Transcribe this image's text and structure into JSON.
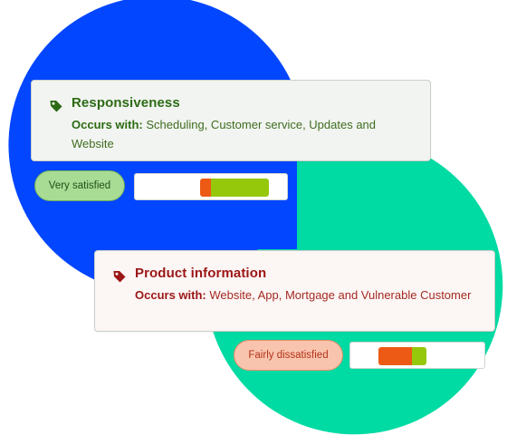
{
  "colors": {
    "blue_circle": "#0346ff",
    "teal_circle": "#00dba4",
    "dissatisfied_segment": "#ec5a16",
    "satisfied_segment": "#95c70b"
  },
  "cards": [
    {
      "icon": "tag-icon",
      "title": "Responsiveness",
      "occurs_label": "Occurs with:",
      "occurs_text": "Scheduling, Customer service, Updates and Website",
      "accent": "#2c6b14"
    },
    {
      "icon": "tag-icon",
      "title": "Product information",
      "occurs_label": "Occurs with:",
      "occurs_text": "Website, App, Mortgage and Vulnerable Customer",
      "accent": "#9b1616"
    }
  ],
  "ratings": [
    {
      "label": "Very satisfied",
      "bar": [
        {
          "kind": "dissatisfied",
          "share": 0.08
        },
        {
          "kind": "satisfied",
          "share": 0.44
        }
      ]
    },
    {
      "label": "Fairly dissatisfied",
      "bar": [
        {
          "kind": "dissatisfied",
          "share": 0.29
        },
        {
          "kind": "satisfied",
          "share": 0.13
        }
      ]
    }
  ]
}
